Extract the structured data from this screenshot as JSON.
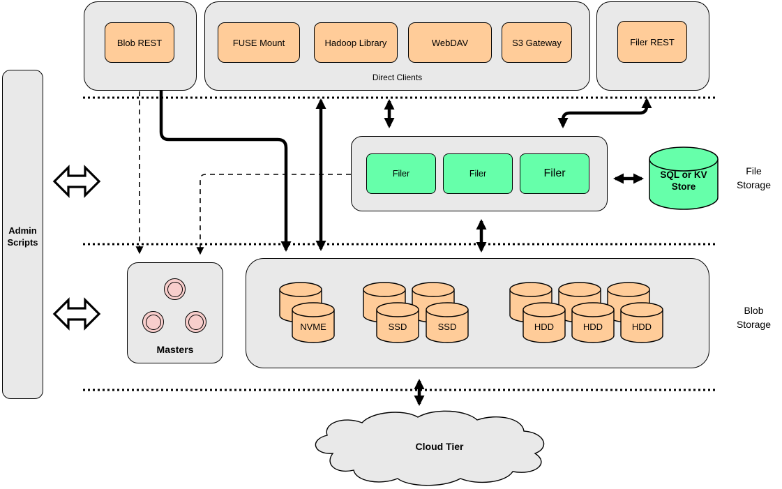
{
  "top_row": {
    "blob_rest_group": {
      "node_label": "Blob REST"
    },
    "direct_clients_group": {
      "caption": "Direct Clients",
      "items": [
        "FUSE Mount",
        "Hadoop Library",
        "WebDAV",
        "S3 Gateway"
      ]
    },
    "filer_rest_group": {
      "node_label": "Filer REST"
    }
  },
  "file_storage_tier": {
    "filers": [
      "Filer",
      "Filer",
      "Filer"
    ],
    "sql_store": {
      "line1": "SQL or KV",
      "line2": "Store"
    },
    "tier_label": {
      "line1": "File",
      "line2": "Storage"
    }
  },
  "blob_storage_tier": {
    "masters_label": "Masters",
    "volumes": {
      "nvme": "NVME",
      "ssd": [
        "SSD",
        "SSD"
      ],
      "hdd": [
        "HDD",
        "HDD",
        "HDD"
      ]
    },
    "tier_label": {
      "line1": "Blob",
      "line2": "Storage"
    }
  },
  "cloud": {
    "label": "Cloud Tier"
  },
  "admin": {
    "line1": "Admin",
    "line2": "Scripts"
  },
  "colors": {
    "container_gray": "#E9E9E9",
    "node_orange": "#FFCC99",
    "node_green": "#66FFAA",
    "master_pink": "#F8CECC",
    "stroke_black": "#000000"
  }
}
